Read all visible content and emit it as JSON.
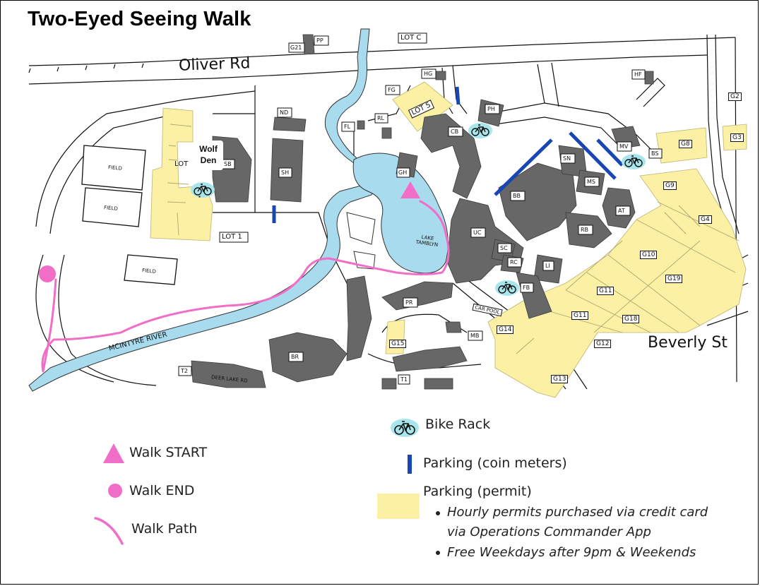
{
  "title": "Two-Eyed Seeing Walk",
  "roads": {
    "oliver": "Oliver Rd",
    "beverly": "Beverly St",
    "river": "MCINTYRE RIVER",
    "deer_lake": "DEER LAKE RD"
  },
  "lake": {
    "line1": "LAKE",
    "line2": "TAMBLYN"
  },
  "wolf_den": {
    "line1": "Wolf",
    "line2": "Den"
  },
  "fields": {
    "f1": "FIELD",
    "f2": "FIELD",
    "f3": "FIELD"
  },
  "lots": {
    "lot1": "LOT 1",
    "lot5": "LOT 5",
    "lotc": "LOT C",
    "lot_partial": "LOT",
    "car_pool": "CAR POOL"
  },
  "buildings": {
    "pp": "PP",
    "g21": "G21",
    "nd": "ND",
    "hg": "HG",
    "fg": "FG",
    "rl": "RL",
    "fl": "FL",
    "ph": "PH",
    "cb": "CB",
    "gh": "GH",
    "sb": "SB",
    "sh": "SH",
    "uc": "UC",
    "sc": "SC",
    "rc": "RC",
    "li": "LI",
    "fb": "FB",
    "bb": "BB",
    "sn": "SN",
    "ms": "MS",
    "rb": "RB",
    "at": "AT",
    "mv": "MV",
    "bs": "BS",
    "hf": "HF",
    "pr": "PR",
    "br": "BR",
    "mb": "MB",
    "t1": "T1",
    "t2": "T2"
  },
  "permit_lots": {
    "g2": "G2",
    "g3": "G3",
    "g8": "G8",
    "g9": "G9",
    "g4": "G4",
    "g10": "G10",
    "g19": "G19",
    "g11a": "G11",
    "g11b": "G11",
    "g18": "G18",
    "g12": "G12",
    "g13": "G13",
    "g14": "G14",
    "g15": "G15"
  },
  "legend": {
    "walk_start": "Walk START",
    "walk_end": "Walk END",
    "walk_path": "Walk Path",
    "bike_rack": "Bike Rack",
    "coin_meters": "Parking (coin meters)",
    "permit": "Parking (permit)",
    "note1_line1": "Hourly permits purchased via credit card",
    "note1_line2": "via Operations Commander App",
    "note2": "Free Weekdays after 9pm & Weekends"
  },
  "colors": {
    "path": "#f06ec8",
    "river": "#a8dbee",
    "permit": "#fbf0a4",
    "meter": "#1846b4",
    "bike": "#a8e6ec",
    "building": "#676767"
  }
}
